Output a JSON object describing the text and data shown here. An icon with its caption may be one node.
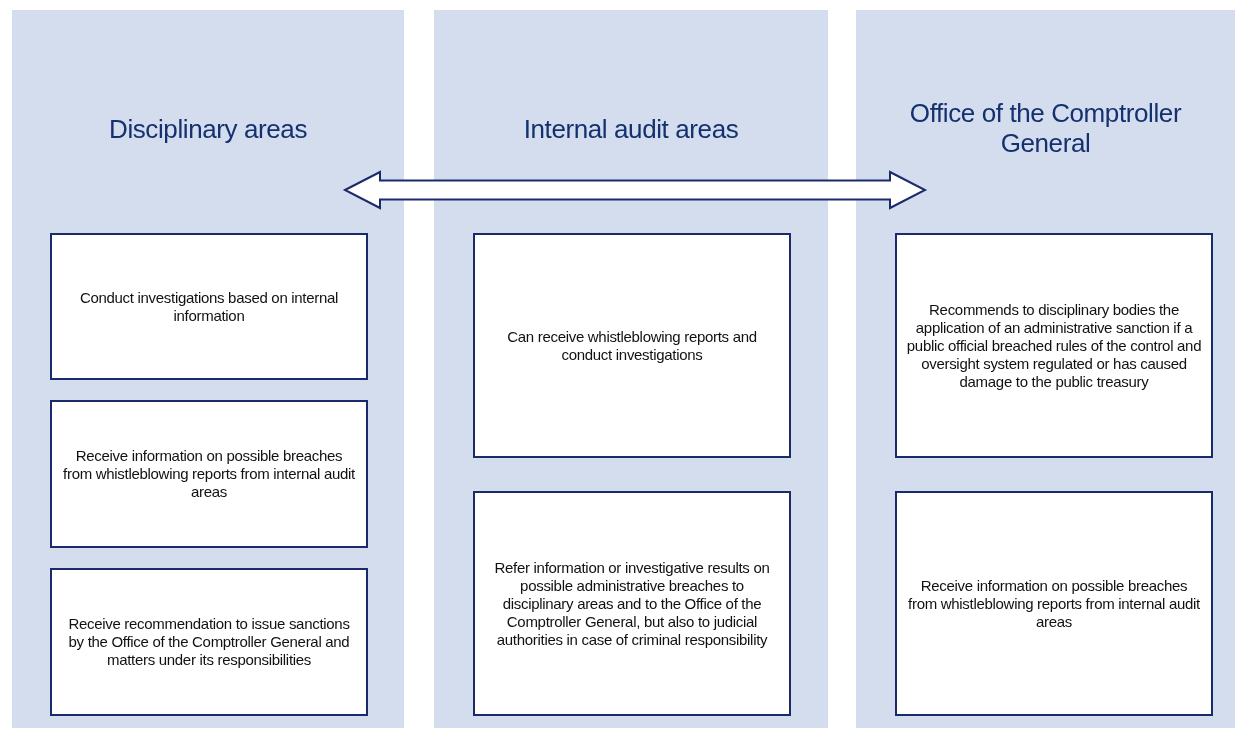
{
  "diagram": {
    "nodes": [
      {
        "text": [
          "Disciplinary areas"
        ]
      },
      {
        "text": [
          "Conduct investigations based on internal information"
        ],
        "in": 0
      },
      {
        "text": [
          "Receive information on possible breaches from whistleblowing reports from internal audit areas"
        ],
        "in": 0
      },
      {
        "text": [
          "Receive recommendation to issue sanctions by the Office of the Comptroller General and matters under its responsibilities"
        ],
        "in": 0
      },
      {
        "text": [
          "Internal audit areas"
        ]
      },
      {
        "text": [
          "Can receive whistleblowing reports and conduct investigations"
        ],
        "in": 4
      },
      {
        "text": [
          "Refer information or investigative results on possible administrative breaches to disciplinary areas and to the Office of the Comptroller General, but also to judicial authorities in case of criminal responsibility"
        ],
        "in": 4
      },
      {
        "text": [
          "Office of the Comptroller General"
        ]
      },
      {
        "text": [
          "Recommends to disciplinary bodies the application of an administrative sanction if a public official breached rules of the control and oversight system regulated or has caused damage to the public treasury"
        ],
        "in": 7
      },
      {
        "text": [
          "Receive information on possible breaches from whistleblowing reports from internal audit areas"
        ],
        "in": 7
      }
    ],
    "edges": [
      {
        "from": 0,
        "to": 7,
        "arrow": "both",
        "style": "thick"
      }
    ]
  }
}
